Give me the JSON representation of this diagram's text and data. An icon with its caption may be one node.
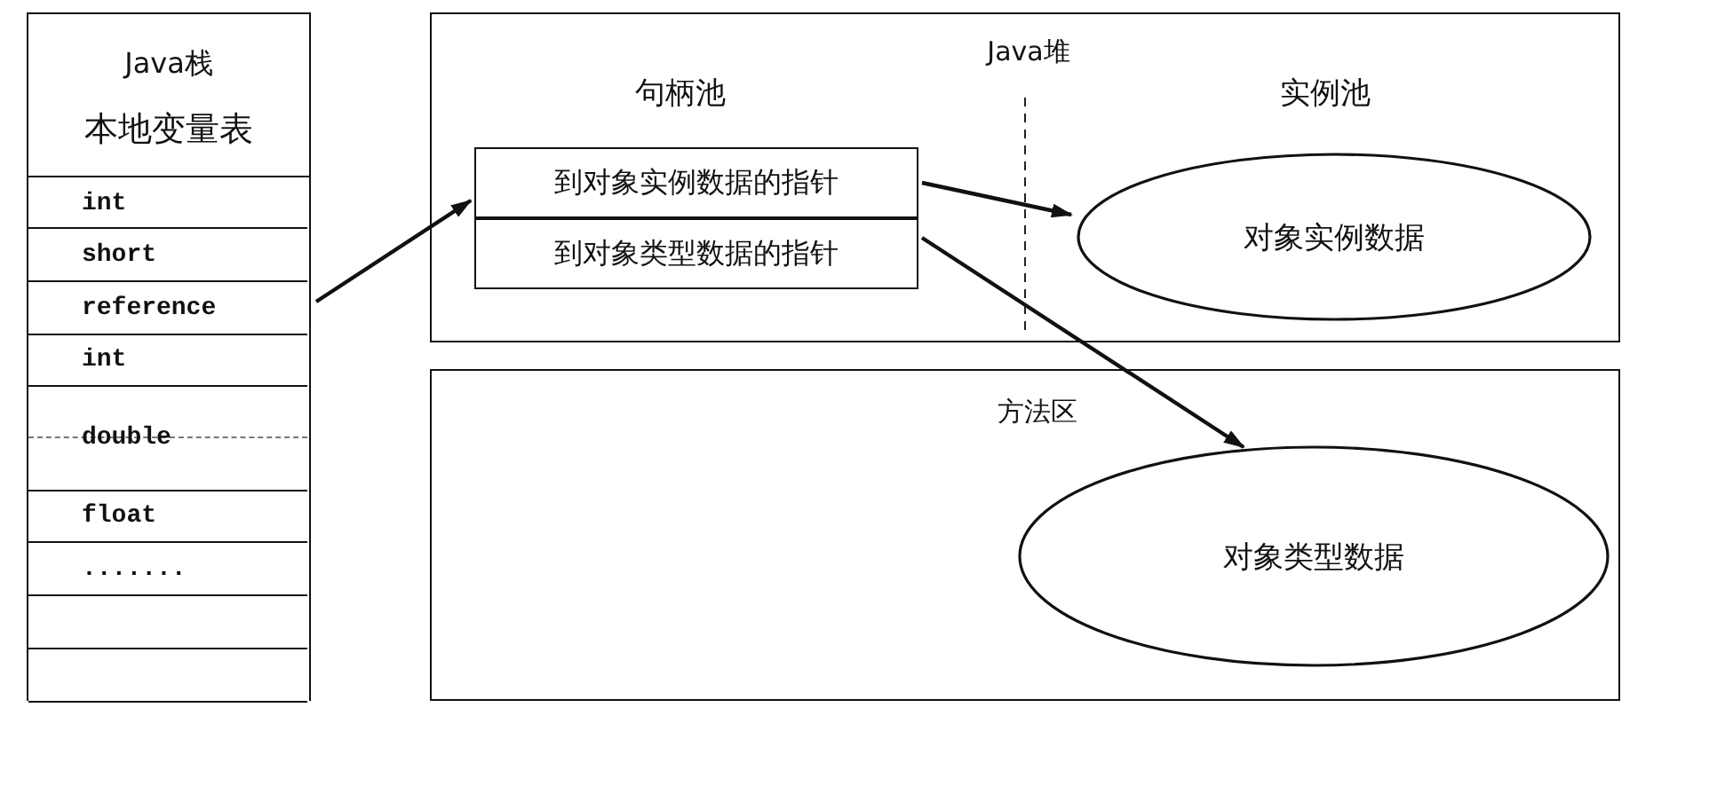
{
  "diagram": {
    "nodes": [
      {
        "text": [
          "Java栈",
          "本地变量表"
        ]
      },
      {
        "text": [
          "int"
        ],
        "in": 0
      },
      {
        "text": [
          "short"
        ],
        "in": 0
      },
      {
        "text": [
          "reference"
        ],
        "in": 0
      },
      {
        "text": [
          "int"
        ],
        "in": 0
      },
      {
        "text": [
          "double"
        ],
        "in": 0
      },
      {
        "text": [
          "float"
        ],
        "in": 0
      },
      {
        "text": [
          "......."
        ],
        "in": 0
      },
      {
        "text": [],
        "shape": "box",
        "in": 0
      },
      {
        "text": [],
        "shape": "box",
        "in": 0
      },
      {
        "text": [
          "Java堆"
        ]
      },
      {
        "text": [
          "到对象实例数据的指针"
        ],
        "in": 10
      },
      {
        "text": [
          "到对象类型数据的指针"
        ],
        "in": 10
      },
      {
        "text": [
          "对象实例数据"
        ],
        "in": 10
      },
      {
        "text": [
          "方法区"
        ]
      },
      {
        "text": [
          "对象类型数据"
        ],
        "in": 14
      }
    ],
    "edges": [
      {
        "from": 3,
        "to": 11,
        "arrow": "to"
      },
      {
        "from": 11,
        "to": 13,
        "arrow": "to"
      },
      {
        "from": 12,
        "to": 15,
        "arrow": "to"
      }
    ],
    "labels": [
      "句柄池",
      "实例池"
    ]
  }
}
